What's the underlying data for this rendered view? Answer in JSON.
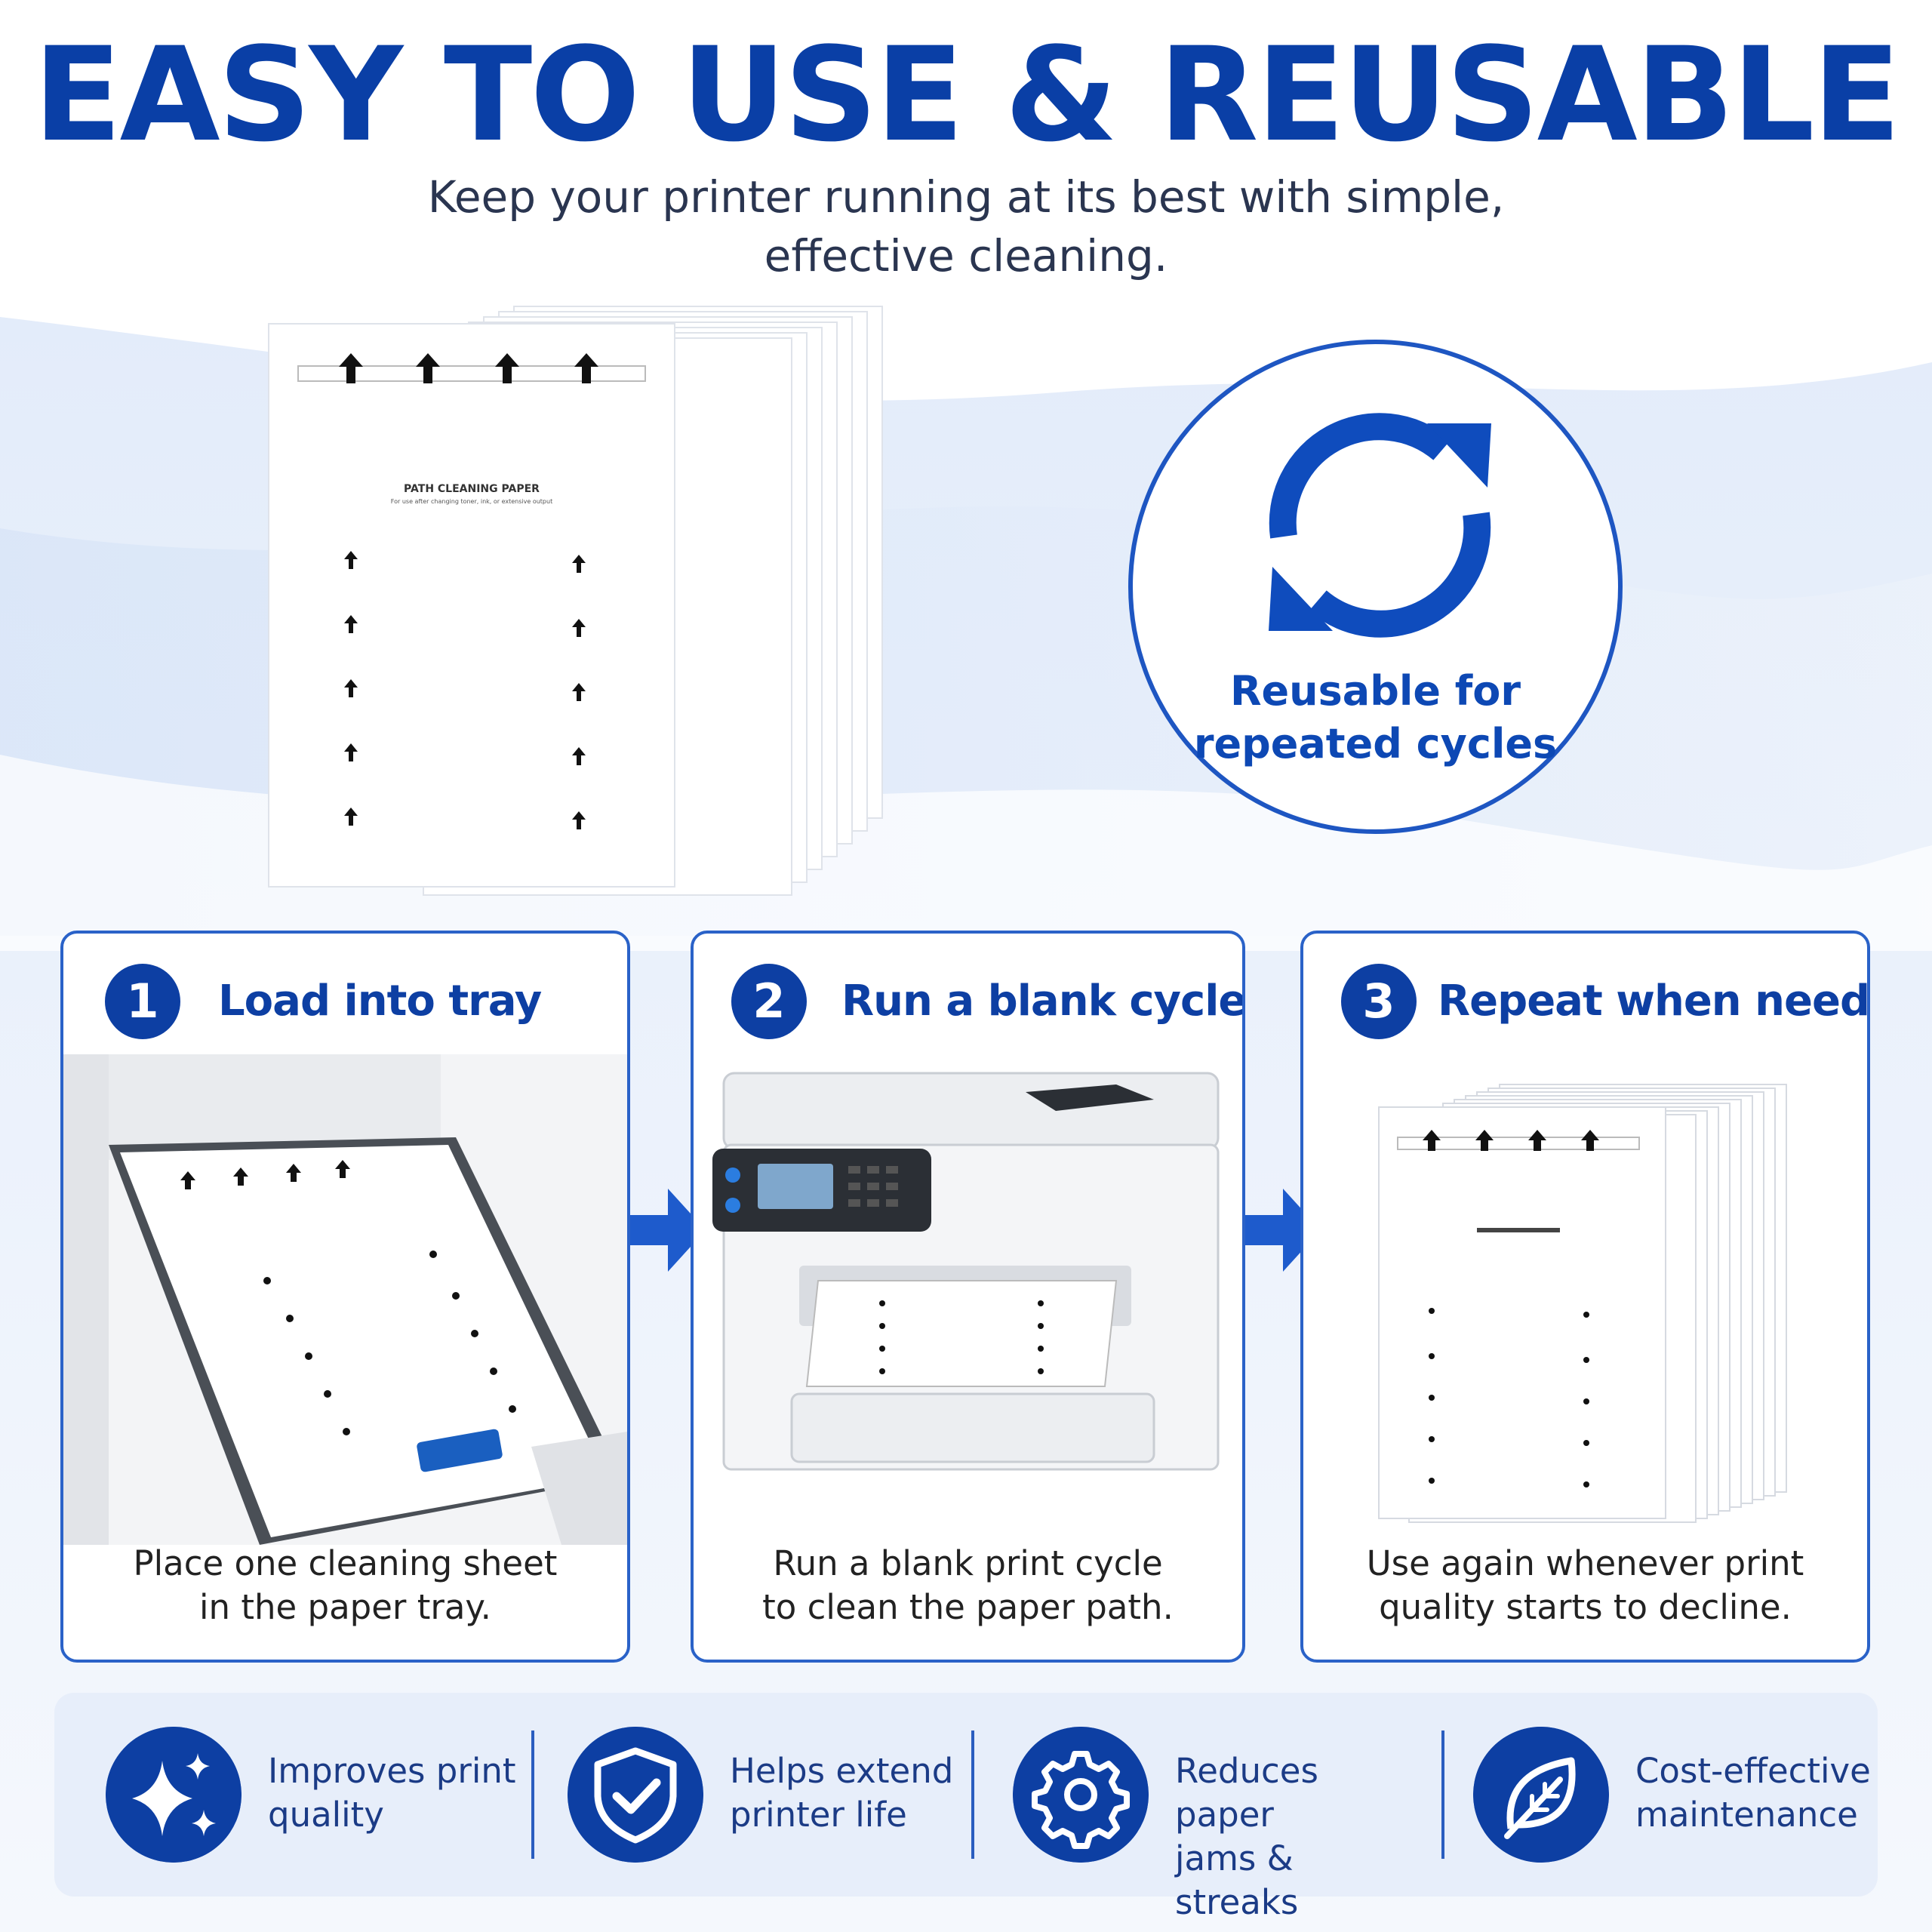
{
  "headline": "EASY TO USE & REUSABLE",
  "subheadline": "Keep your printer running at its best with simple, effective cleaning.",
  "product": {
    "sheet_title": "PATH CLEANING PAPER",
    "sheet_subtitle": "For use after changing toner, ink, or extensive output"
  },
  "reuse_badge": {
    "icon": "refresh-cycle-icon",
    "line1": "Reusable for",
    "line2": "repeated cycles"
  },
  "steps": [
    {
      "number": "1",
      "title": "Load into tray",
      "line1": "Place one cleaning sheet",
      "line2": "in the paper tray."
    },
    {
      "number": "2",
      "title": "Run a blank cycle",
      "line1": "Run a blank print cycle",
      "line2": "to clean the paper path."
    },
    {
      "number": "3",
      "title": "Repeat when needed",
      "line1": "Use again whenever print",
      "line2": "quality starts to decline."
    }
  ],
  "benefits": [
    {
      "icon": "sparkle-icon",
      "line1": "Improves print",
      "line2": "quality"
    },
    {
      "icon": "shield-check-icon",
      "line1": "Helps extend",
      "line2": "printer life"
    },
    {
      "icon": "gear-icon",
      "line1": "Reduces paper",
      "line2": "jams & streaks"
    },
    {
      "icon": "leaf-icon",
      "line1": "Cost-effective",
      "line2": "maintenance"
    }
  ],
  "colors": {
    "brand_blue": "#0a3fa6",
    "accent_blue": "#1e56c2",
    "benefit_bg": "#e7eefa"
  }
}
